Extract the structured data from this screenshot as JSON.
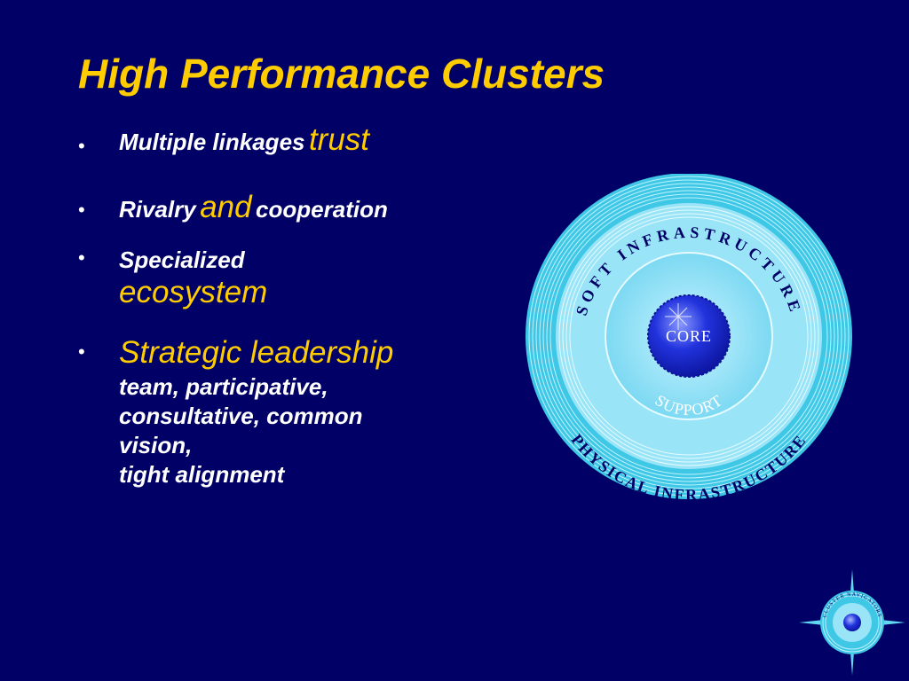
{
  "slide": {
    "title": "High Performance Clusters",
    "bullet_char": "•",
    "bullets": [
      {
        "parts": [
          "Multiple linkages",
          "trust"
        ]
      },
      {
        "parts": [
          "Rivalry",
          "and",
          "cooperation"
        ]
      },
      {
        "parts": [
          "Specialized",
          "ecosystem"
        ]
      },
      {
        "parts": [
          "Strategic leadership",
          "team, participative,",
          "consultative, common",
          "vision,",
          "tight alignment"
        ]
      }
    ]
  },
  "diagram": {
    "core": "CORE",
    "support": "SUPPORT",
    "soft": "SOFT  INFRASTRUCTURE",
    "physical": "PHYSICAL  INFRASTRUCTURE"
  },
  "logo": {
    "text": "CLUSTER NAVIGATORS"
  },
  "colors": {
    "background": "#000066",
    "title": "#FFCC00",
    "highlight": "#FFCC00",
    "body_text": "#FFFFFF",
    "ring_outer": "#5FD8F0",
    "ring_inner": "#9AE4F8",
    "core": "#2233DD"
  }
}
